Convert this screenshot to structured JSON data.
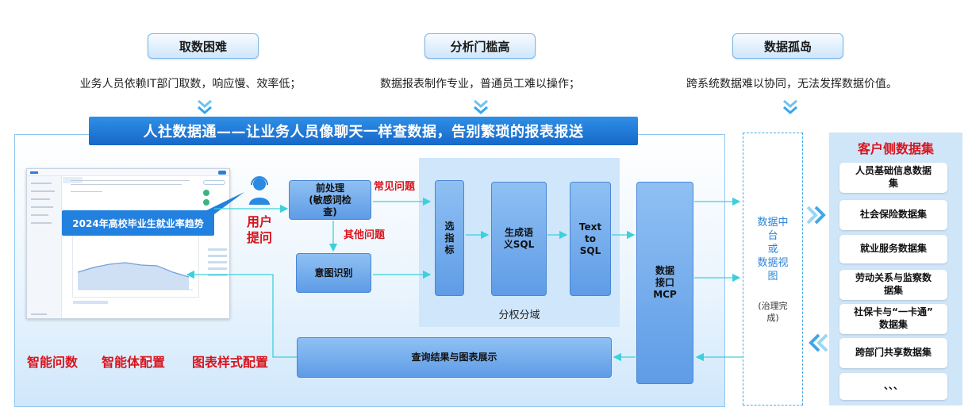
{
  "pain_points": [
    {
      "title": "取数困难",
      "desc": "业务人员依赖IT部门取数，响应慢、效率低；"
    },
    {
      "title": "分析门槛高",
      "desc": "数据报表制作专业，普通员工难以操作；"
    },
    {
      "title": "数据孤岛",
      "desc": "跨系统数据难以协同，无法发挥数据价值。"
    }
  ],
  "banner": "人社数据通——让业务人员像聊天一样查数据，告别繁琐的报表报送",
  "screenshot": {
    "bubble_text": "2024年高校毕业生就业率趋势"
  },
  "user_label": "用户\n提问",
  "flow": {
    "preprocess": "前处理\n(敏感词检\n查)",
    "intent": "意图识别",
    "select_metric": "选\n指\n标",
    "gen_sql": "生成语\n义SQL",
    "text_to_sql": "Text\nto\nSQL",
    "mcp": "数据\n接口\nMCP",
    "result": "查询结果与图表展示",
    "common_question": "常见问题",
    "other_question": "其他问题",
    "permission": "分权分域"
  },
  "features": [
    "智能问数",
    "智能体配置",
    "图表样式配置"
  ],
  "data_hub": {
    "main": "数据中\n台\n或\n数据视\n图",
    "note": "(治理完\n成)"
  },
  "customer": {
    "title": "客户侧数据集",
    "items": [
      "人员基础信息数据\n集",
      "社会保险数据集",
      "就业服务数据集",
      "劳动关系与监察数\n据集",
      "社保卡与“一卡通”\n数据集",
      "跨部门共享数据集",
      "、、、"
    ]
  },
  "colors": {
    "accent_red": "#d9141d",
    "banner_blue": "#1b74d6",
    "node_blue": "#6fa8ee",
    "connector_cyan": "#3cd0dc"
  }
}
